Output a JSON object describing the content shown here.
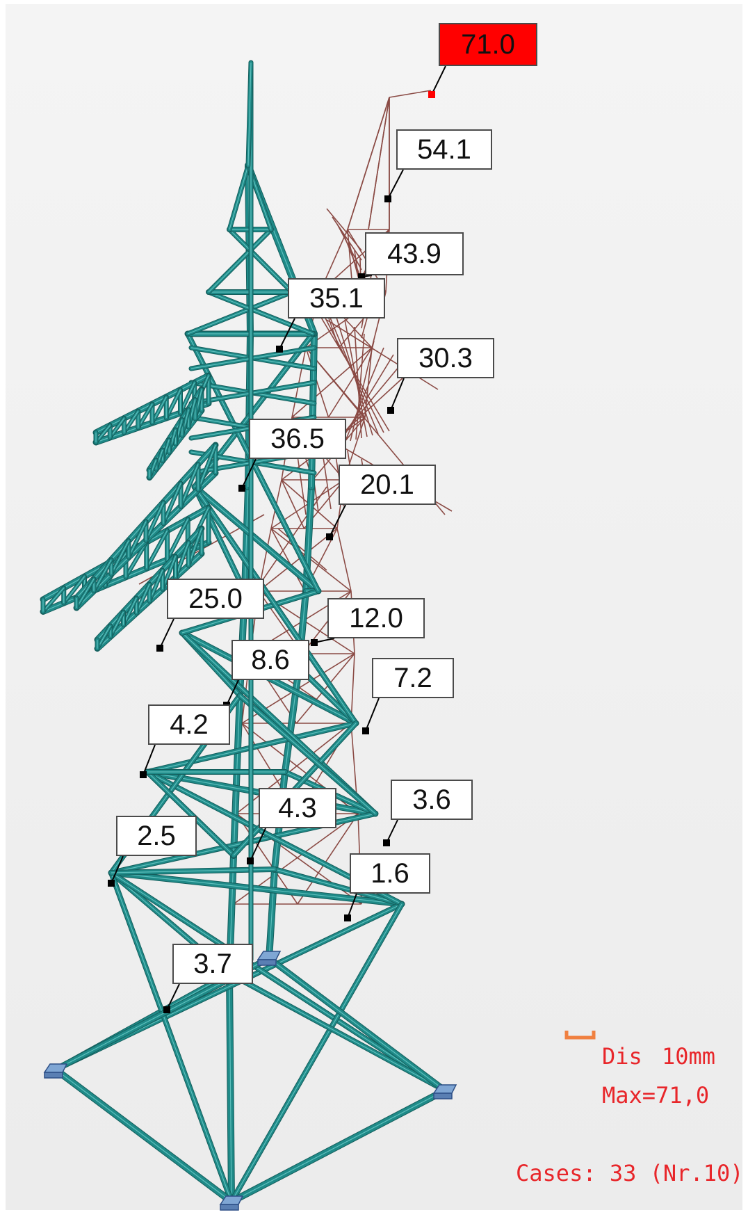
{
  "labels": [
    {
      "id": "n1",
      "text": "71.0",
      "highlight": true
    },
    {
      "id": "n2",
      "text": "54.1"
    },
    {
      "id": "n3",
      "text": "43.9"
    },
    {
      "id": "n4",
      "text": "35.1"
    },
    {
      "id": "n5",
      "text": "30.3"
    },
    {
      "id": "n6",
      "text": "36.5"
    },
    {
      "id": "n7",
      "text": "20.1"
    },
    {
      "id": "n8",
      "text": "25.0"
    },
    {
      "id": "n9",
      "text": "12.0"
    },
    {
      "id": "n10",
      "text": "8.6"
    },
    {
      "id": "n11",
      "text": "7.2"
    },
    {
      "id": "n12",
      "text": "4.2"
    },
    {
      "id": "n13",
      "text": "4.3"
    },
    {
      "id": "n14",
      "text": "3.6"
    },
    {
      "id": "n15",
      "text": "2.5"
    },
    {
      "id": "n16",
      "text": "1.6"
    },
    {
      "id": "n17",
      "text": "3.7"
    }
  ],
  "legend": {
    "dis_label": "Dis",
    "scale": "10mm",
    "max": "Max=71,0",
    "cases": "Cases: 33 (Nr.10)"
  },
  "colors": {
    "structure": "#1f8a88",
    "deformed": "#8a4a44",
    "highlight": "#ff0000",
    "legend_text": "#e8262a",
    "legend_icon": "#f08040"
  }
}
